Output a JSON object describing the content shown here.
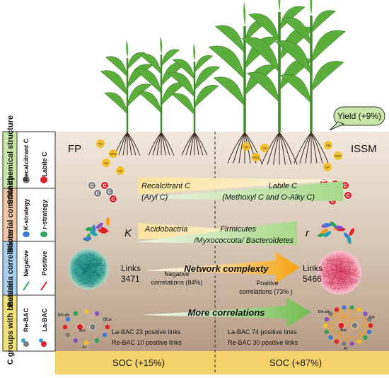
{
  "sidebar": {
    "rows": [
      {
        "title": "SOM chemical structure",
        "items": [
          "Recalcitrant C",
          "Labile C"
        ],
        "fill": "#c7e6a8"
      },
      {
        "title": "Bacterial community",
        "items": [
          "K-strategy",
          "r-strategy"
        ],
        "fill": "#f1c6a6"
      },
      {
        "title": "Bacteria correlations",
        "items": [
          "Negative",
          "Positive"
        ],
        "fill": "#a8cff0"
      },
      {
        "title": "C groups with bacteria",
        "items": [
          "Re-BAC",
          "La-BAC"
        ],
        "fill": "#f3e27a"
      }
    ]
  },
  "header": {
    "yield_label": "Yield (+9%)",
    "left_treatment": "FP",
    "right_treatment": "ISSM"
  },
  "nutrients": [
    "TN",
    "NO3-",
    "AK",
    "AP"
  ],
  "carbon_markers": {
    "recalcitrant": "C",
    "labile": "C"
  },
  "som": {
    "recalcitrant_label": "Recalcitrant C",
    "recalcitrant_sub": "(Aryl C)",
    "labile_label": "Labile C",
    "labile_sub": "(Methoxyl C and O-Alky C)"
  },
  "community": {
    "k_label": "K",
    "r_label": "r",
    "acidobacteria": "Acidobactria",
    "firmicutes": "Firmicutes",
    "phyla_sub": "/Myxococcota/ Bacteroidetes"
  },
  "network": {
    "left_links_label": "Links",
    "left_links_value": "3471",
    "left_corr_line1": "Negative",
    "left_corr_line2": "correlations (84%)",
    "arrow_label": "Network complexty",
    "right_links_label": "Links",
    "right_links_value": "5466",
    "right_corr_line1": "Positive",
    "right_corr_line2": "correlations (73% )"
  },
  "cgroups": {
    "arrow_label": "More correlations",
    "left_la": "La-BAC  23 positive links",
    "left_re": "Re-BAC  10 positive links",
    "right_la": "La-BAC  74 positive links",
    "right_re": "Re-BAC  30 positive links",
    "node_labels": [
      "Dih-alk",
      "Ar",
      "Car",
      "Met"
    ]
  },
  "footer": {
    "left_soc": "SOC   (+15%)",
    "right_soc": "SOC   (+87%)"
  },
  "colors": {
    "soil_top": "#efe6da",
    "soil_bottom": "#b79d86",
    "footer": "#f5d26a",
    "leaf": "#5bae3c",
    "root": "#3a2a1c",
    "recalcitrant_bar": "#fbe7ab",
    "labile_bar": "#c6e6b0",
    "network_arrow": "#f5a311",
    "corr_arrow": "#7cc05a",
    "red_c": "#e0212a",
    "grey_c": "#7c7c7c",
    "nutrient": "#f3c02a"
  }
}
